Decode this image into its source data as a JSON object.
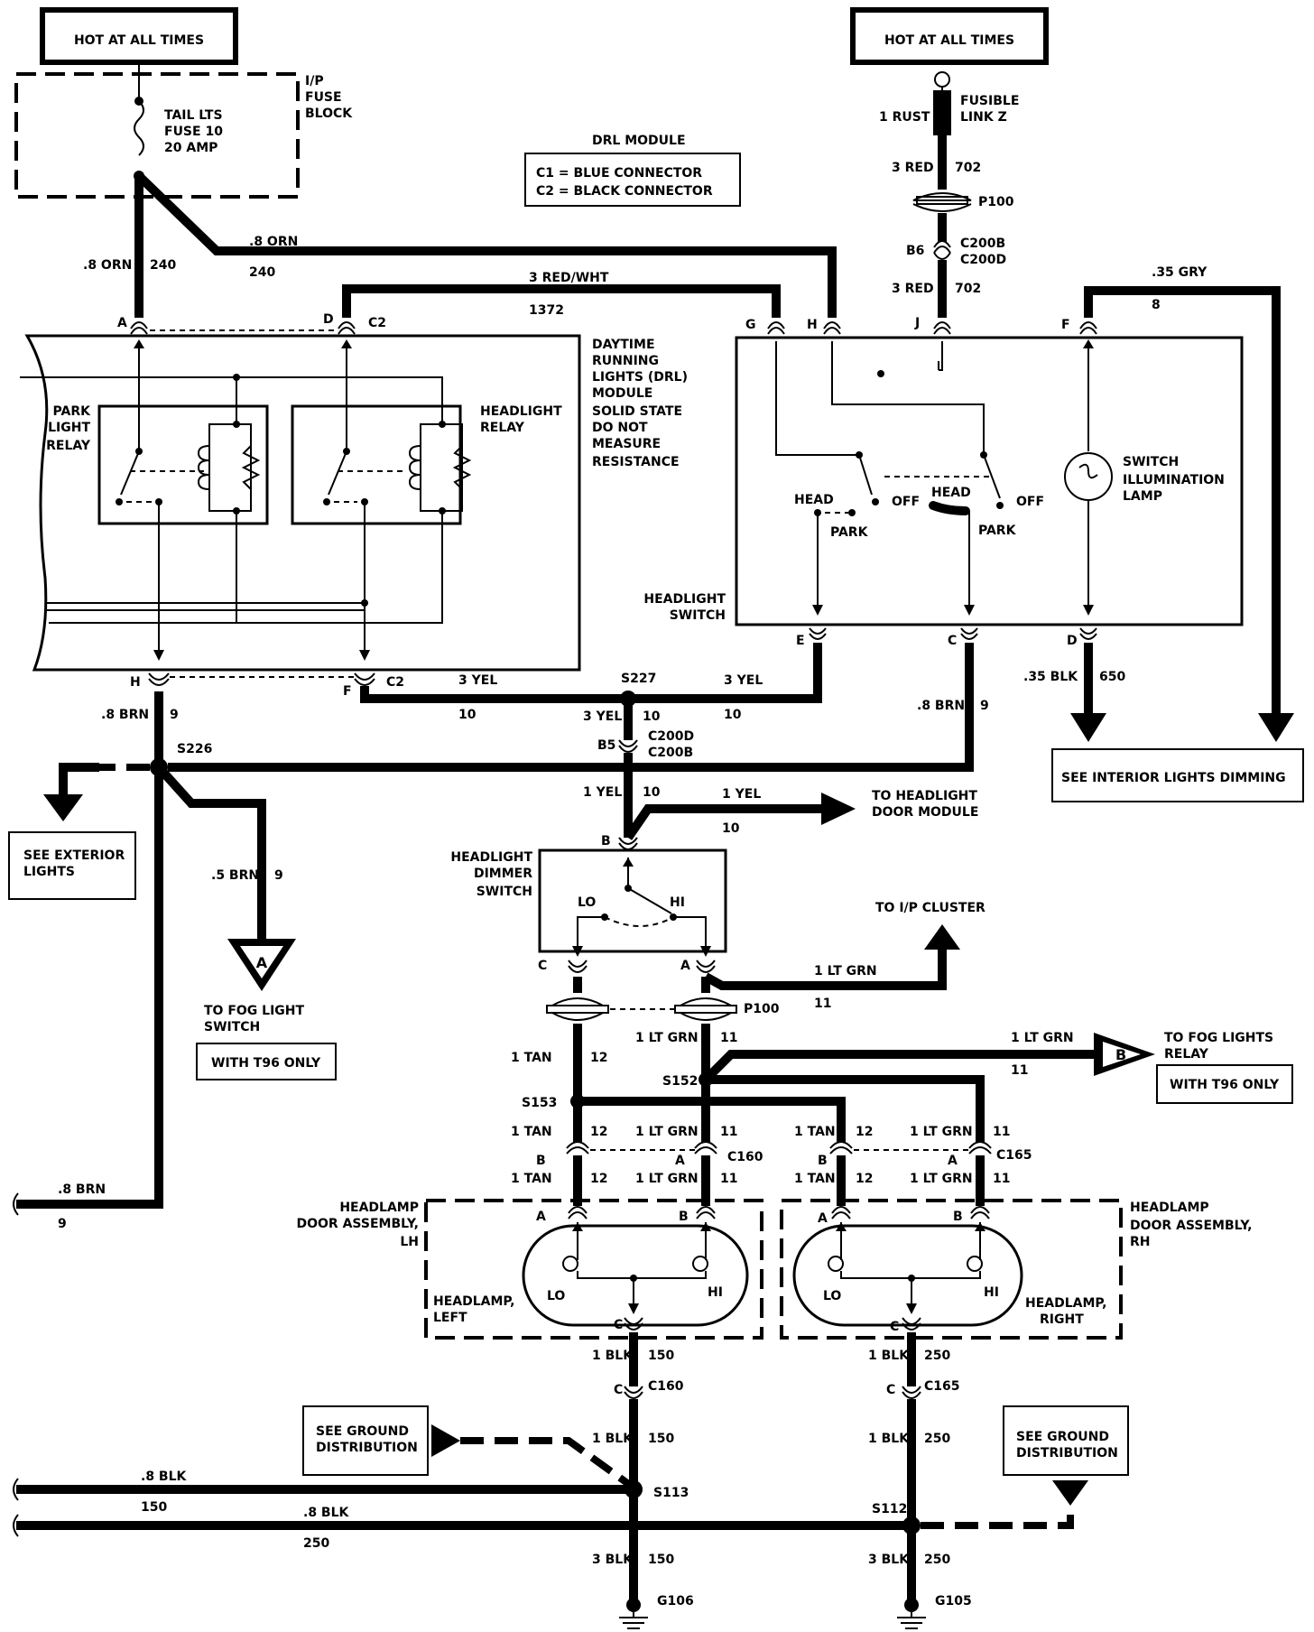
{
  "diagram": {
    "hot_left": "HOT AT ALL TIMES",
    "hot_right": "HOT AT ALL TIMES",
    "fuse_block": [
      "I/P",
      "FUSE",
      "BLOCK"
    ],
    "fuse": [
      "TAIL LTS",
      "FUSE 10",
      "20 AMP"
    ],
    "drl_title": "DRL MODULE",
    "drl_c1": "C1 = BLUE CONNECTOR",
    "drl_c2": "C2 = BLACK CONNECTOR",
    "fusible_link": [
      "FUSIBLE",
      "LINK Z"
    ],
    "w_1rust": "1 RUST",
    "w_3red_top": "3 RED",
    "w_702_top": "702",
    "p100_top": "P100",
    "b6": "B6",
    "c200b_top": "C200B",
    "c200d_top": "C200D",
    "w_3red_bot": "3 RED",
    "w_702_bot": "702",
    "w_08orn_a": ".8 ORN",
    "w_240_a": "240",
    "w_08orn_b": ".8 ORN",
    "w_240_b": "240",
    "w_3redwht": "3 RED/WHT",
    "w_1372": "1372",
    "w_035gry": ".35 GRY",
    "w_8": "8",
    "pin_A": "A",
    "pin_D": "D",
    "pin_C2": "C2",
    "pin_G": "G",
    "pin_H": "H",
    "pin_J": "J",
    "pin_F": "F",
    "drl_desc": [
      "DAYTIME",
      "RUNNING",
      "LIGHTS (DRL)",
      "MODULE",
      "SOLID STATE",
      "DO NOT",
      "MEASURE",
      "RESISTANCE"
    ],
    "park_relay": [
      "PARK",
      "LIGHT",
      "RELAY"
    ],
    "head_relay": [
      "HEADLIGHT",
      "RELAY"
    ],
    "sw_head1": "HEAD",
    "sw_off1": "OFF",
    "sw_park1": "PARK",
    "sw_head2": "HEAD",
    "sw_off2": "OFF",
    "sw_park2": "PARK",
    "sw_illum": [
      "SWITCH",
      "ILLUMINATION",
      "LAMP"
    ],
    "hl_switch": [
      "HEADLIGHT",
      "SWITCH"
    ],
    "pin_E": "E",
    "pin_C": "C",
    "pin_D2": "D",
    "w_035blk": ".35 BLK",
    "w_650": "650",
    "see_interior": "SEE INTERIOR LIGHTS DIMMING",
    "pin_H2": "H",
    "pin_F2": "F",
    "pin_C2b": "C2",
    "w_3yel_l": "3 YEL",
    "w_10_l": "10",
    "s227": "S227",
    "w_3yel_r": "3 YEL",
    "w_10_r": "10",
    "w_3yel_v": "3 YEL",
    "w_10_v": "10",
    "b5": "B5",
    "c200d_mid": "C200D",
    "c200b_mid": "C200B",
    "w_08brn_a": ".8 BRN",
    "w_9_a": "9",
    "w_08brn_b": ".8 BRN",
    "w_9_b": "9",
    "s226": "S226",
    "see_ext": [
      "SEE EXTERIOR",
      "LIGHTS"
    ],
    "w_1yel_v": "1 YEL",
    "w_10_v2": "10",
    "w_1yel_h": "1 YEL",
    "w_10_h": "10",
    "to_door": [
      "TO HEADLIGHT",
      "DOOR MODULE"
    ],
    "w_05brn": ".5 BRN",
    "w_9_c": "9",
    "fog_A": "A",
    "to_fog_sw": [
      "TO FOG LIGHT",
      "SWITCH"
    ],
    "with_t96_a": "WITH T96 ONLY",
    "dimmer": [
      "HEADLIGHT",
      "DIMMER",
      "SWITCH"
    ],
    "pin_B": "B",
    "dim_lo": "LO",
    "dim_hi": "HI",
    "pin_C3": "C",
    "pin_A3": "A",
    "to_ip": "TO I/P CLUSTER",
    "w_1ltgrn_a": "1 LT GRN",
    "w_11_a": "11",
    "p100_mid": "P100",
    "w_1tan_a": "1 TAN",
    "w_12_a": "12",
    "w_1ltgrn_b": "1 LT GRN",
    "w_11_b": "11",
    "w_1ltgrn_c": "1 LT GRN",
    "w_11_c": "11",
    "fog_B": "B",
    "to_fog_relay": [
      "TO FOG LIGHTS",
      "RELAY"
    ],
    "with_t96_b": "WITH T96 ONLY",
    "s152": "S152",
    "s153": "S153",
    "w_1tan_b": "1 TAN",
    "w_12_b": "12",
    "w_1ltgrn_d": "1 LT GRN",
    "w_11_d": "11",
    "w_1tan_c": "1 TAN",
    "w_12_c": "12",
    "w_1ltgrn_e": "1 LT GRN",
    "w_11_e": "11",
    "pin_B4": "B",
    "pin_A4": "A",
    "c160": "C160",
    "pin_B5": "B",
    "pin_A5": "A",
    "c165": "C165",
    "w_1tan_d": "1 TAN",
    "w_12_d": "12",
    "w_1ltgrn_f": "1 LT GRN",
    "w_11_f": "11",
    "w_1tan_e": "1 TAN",
    "w_12_e": "12",
    "w_1ltgrn_g": "1 LT GRN",
    "w_11_g": "11",
    "door_lh": [
      "HEADLAMP",
      "DOOR ASSEMBLY,",
      "LH"
    ],
    "door_rh": [
      "HEADLAMP",
      "DOOR ASSEMBLY,",
      "RH"
    ],
    "pin_A6": "A",
    "pin_B6": "B",
    "pin_A7": "A",
    "pin_B7": "B",
    "lamp_lo_l": "LO",
    "lamp_hi_l": "HI",
    "lamp_lo_r": "LO",
    "lamp_hi_r": "HI",
    "hl_left": [
      "HEADLAMP,",
      "LEFT"
    ],
    "hl_right": [
      "HEADLAMP,",
      "RIGHT"
    ],
    "pin_C6": "C",
    "pin_C7": "C",
    "w_1blk_a": "1 BLK",
    "w_150_a": "150",
    "w_1blk_b": "1 BLK",
    "w_250_a": "250",
    "pin_C8": "C",
    "c160_b": "C160",
    "pin_C9": "C",
    "c165_b": "C165",
    "see_gnd_l": [
      "SEE GROUND",
      "DISTRIBUTION"
    ],
    "see_gnd_r": [
      "SEE GROUND",
      "DISTRIBUTION"
    ],
    "w_1blk_c": "1 BLK",
    "w_150_b": "150",
    "w_1blk_d": "1 BLK",
    "w_250_b": "250",
    "w_08brn_c": ".8 BRN",
    "w_9_d": "9",
    "w_08blk_a": ".8 BLK",
    "w_150_c": "150",
    "w_08blk_b": ".8 BLK",
    "w_250_c": "250",
    "s113": "S113",
    "s112": "S112",
    "w_3blk_a": "3 BLK",
    "w_150_d": "150",
    "w_3blk_b": "3 BLK",
    "w_250_d": "250",
    "g106": "G106",
    "g105": "G105"
  }
}
